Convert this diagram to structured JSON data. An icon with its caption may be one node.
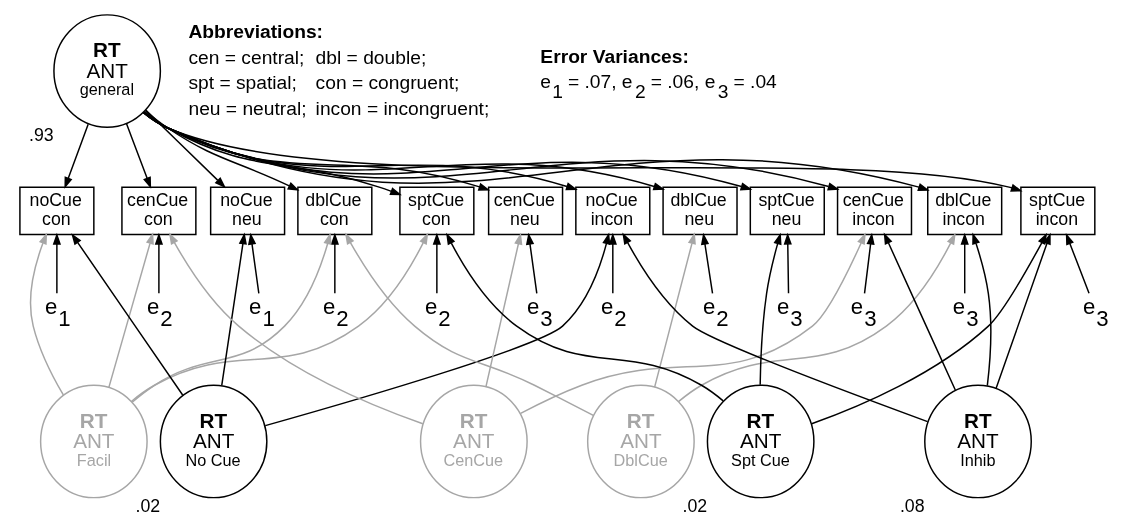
{
  "diagram": {
    "nodes": [
      {
        "text": [
          "RT",
          "ANT",
          "general"
        ],
        "beside": [
          ".93"
        ]
      },
      {
        "text": [
          "noCue con"
        ]
      },
      {
        "text": [
          "cenCue con"
        ]
      },
      {
        "text": [
          "dblCue con"
        ]
      },
      {
        "text": [
          "sptCue con"
        ]
      },
      {
        "text": [
          "noCue neu"
        ]
      },
      {
        "text": [
          "cenCue neu"
        ]
      },
      {
        "text": [
          "dblCue neu"
        ]
      },
      {
        "text": [
          "sptCue neu"
        ]
      },
      {
        "text": [
          "noCue incon"
        ]
      },
      {
        "text": [
          "cenCue incon"
        ]
      },
      {
        "text": [
          "dblCue incon"
        ]
      },
      {
        "text": [
          "sptCue incon"
        ]
      },
      {
        "text": [
          "e$_{1}$"
        ]
      },
      {
        "text": [
          "e$_{2}$"
        ]
      },
      {
        "text": [
          "e$_{2}$"
        ]
      },
      {
        "text": [
          "e$_{2}$"
        ]
      },
      {
        "text": [
          "e$_{1}$"
        ]
      },
      {
        "text": [
          "e$_{3}$"
        ]
      },
      {
        "text": [
          "e$_{2}$"
        ]
      },
      {
        "text": [
          "e$_{3}$"
        ]
      },
      {
        "text": [
          "e$_{2}$"
        ]
      },
      {
        "text": [
          "e$_{3}$"
        ]
      },
      {
        "text": [
          "e$_{3}$"
        ]
      },
      {
        "text": [
          "e$_{3}$"
        ]
      },
      {
        "text": [
          "RT",
          "ANT",
          "Facil"
        ]
      },
      {
        "text": [
          "RT",
          "ANT",
          "No Cue"
        ],
        "beside": [
          ".02"
        ]
      },
      {
        "text": [
          "RT",
          "ANT",
          "CenCue"
        ]
      },
      {
        "text": [
          "RT",
          "ANT",
          "DblCue"
        ]
      },
      {
        "text": [
          "RT",
          "ANT",
          "Spt Cue"
        ],
        "beside": [
          ".02"
        ]
      },
      {
        "text": [
          "RT",
          "ANT",
          "Inhib"
        ],
        "beside": [
          ".08"
        ]
      }
    ],
    "edges": [
      {
        "from": 0,
        "to": 1,
        "arrow": "to"
      },
      {
        "from": 0,
        "to": 2,
        "arrow": "to"
      },
      {
        "from": 0,
        "to": 3,
        "arrow": "to"
      },
      {
        "from": 0,
        "to": 4,
        "arrow": "to"
      },
      {
        "from": 0,
        "to": 5,
        "arrow": "to"
      },
      {
        "from": 0,
        "to": 6,
        "arrow": "to"
      },
      {
        "from": 0,
        "to": 7,
        "arrow": "to"
      },
      {
        "from": 0,
        "to": 8,
        "arrow": "to"
      },
      {
        "from": 0,
        "to": 9,
        "arrow": "to"
      },
      {
        "from": 0,
        "to": 10,
        "arrow": "to"
      },
      {
        "from": 0,
        "to": 11,
        "arrow": "to"
      },
      {
        "from": 0,
        "to": 12,
        "arrow": "to"
      },
      {
        "from": 13,
        "to": 1,
        "arrow": "to"
      },
      {
        "from": 14,
        "to": 2,
        "arrow": "to"
      },
      {
        "from": 15,
        "to": 3,
        "arrow": "to"
      },
      {
        "from": 16,
        "to": 4,
        "arrow": "to"
      },
      {
        "from": 17,
        "to": 5,
        "arrow": "to"
      },
      {
        "from": 18,
        "to": 6,
        "arrow": "to"
      },
      {
        "from": 19,
        "to": 7,
        "arrow": "to"
      },
      {
        "from": 20,
        "to": 8,
        "arrow": "to"
      },
      {
        "from": 21,
        "to": 9,
        "arrow": "to"
      },
      {
        "from": 22,
        "to": 10,
        "arrow": "to"
      },
      {
        "from": 23,
        "to": 11,
        "arrow": "to"
      },
      {
        "from": 24,
        "to": 12,
        "arrow": "to"
      },
      {
        "from": 25,
        "to": 1,
        "arrow": "to",
        "color": "#a6a6a6"
      },
      {
        "from": 25,
        "to": 2,
        "arrow": "to",
        "color": "#a6a6a6"
      },
      {
        "from": 25,
        "to": 3,
        "arrow": "to",
        "color": "#a6a6a6"
      },
      {
        "from": 25,
        "to": 4,
        "arrow": "to",
        "color": "#a6a6a6"
      },
      {
        "from": 26,
        "to": 1,
        "arrow": "to"
      },
      {
        "from": 26,
        "to": 5,
        "arrow": "to"
      },
      {
        "from": 26,
        "to": 9,
        "arrow": "to"
      },
      {
        "from": 27,
        "to": 2,
        "arrow": "to",
        "color": "#a6a6a6"
      },
      {
        "from": 27,
        "to": 6,
        "arrow": "to",
        "color": "#a6a6a6"
      },
      {
        "from": 27,
        "to": 10,
        "arrow": "to",
        "color": "#a6a6a6"
      },
      {
        "from": 28,
        "to": 3,
        "arrow": "to",
        "color": "#a6a6a6"
      },
      {
        "from": 28,
        "to": 7,
        "arrow": "to",
        "color": "#a6a6a6"
      },
      {
        "from": 28,
        "to": 11,
        "arrow": "to",
        "color": "#a6a6a6"
      },
      {
        "from": 29,
        "to": 4,
        "arrow": "to"
      },
      {
        "from": 29,
        "to": 8,
        "arrow": "to"
      },
      {
        "from": 29,
        "to": 12,
        "arrow": "to"
      },
      {
        "from": 30,
        "to": 9,
        "arrow": "to"
      },
      {
        "from": 30,
        "to": 10,
        "arrow": "to"
      },
      {
        "from": 30,
        "to": 11,
        "arrow": "to"
      },
      {
        "from": 30,
        "to": 12,
        "arrow": "to"
      }
    ],
    "labels": [
      "Abbreviations:",
      "cen = central;",
      "dbl = double;",
      "spt = spatial;",
      "con = congruent;",
      "neu = neutral;",
      "incon = incongruent;",
      "Error Variances:",
      "e$_{1}$ = .07, e$_{2}$ = .06, e$_{3}$ = .04"
    ]
  }
}
